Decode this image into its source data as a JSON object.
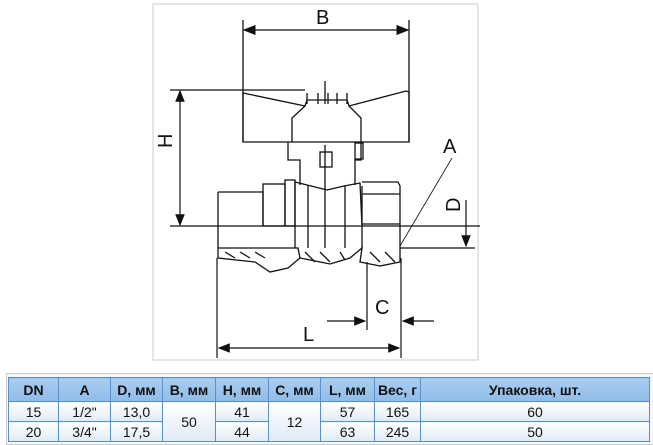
{
  "diagram": {
    "labels": {
      "b": "B",
      "h": "H",
      "a": "A",
      "d": "D",
      "c": "C",
      "l": "L"
    }
  },
  "table": {
    "headers": [
      "DN",
      "A",
      "D, мм",
      "B, мм",
      "H, мм",
      "C, мм",
      "L, мм",
      "Вес, г",
      "Упаковка, шт."
    ],
    "rows": [
      {
        "dn": "15",
        "a": "1/2\"",
        "d": "13,0",
        "b": "50",
        "h": "41",
        "c": "12",
        "l": "57",
        "weight": "165",
        "pack": "60"
      },
      {
        "dn": "20",
        "a": "3/4\"",
        "d": "17,5",
        "h": "44",
        "l": "63",
        "weight": "245",
        "pack": "50"
      }
    ]
  }
}
